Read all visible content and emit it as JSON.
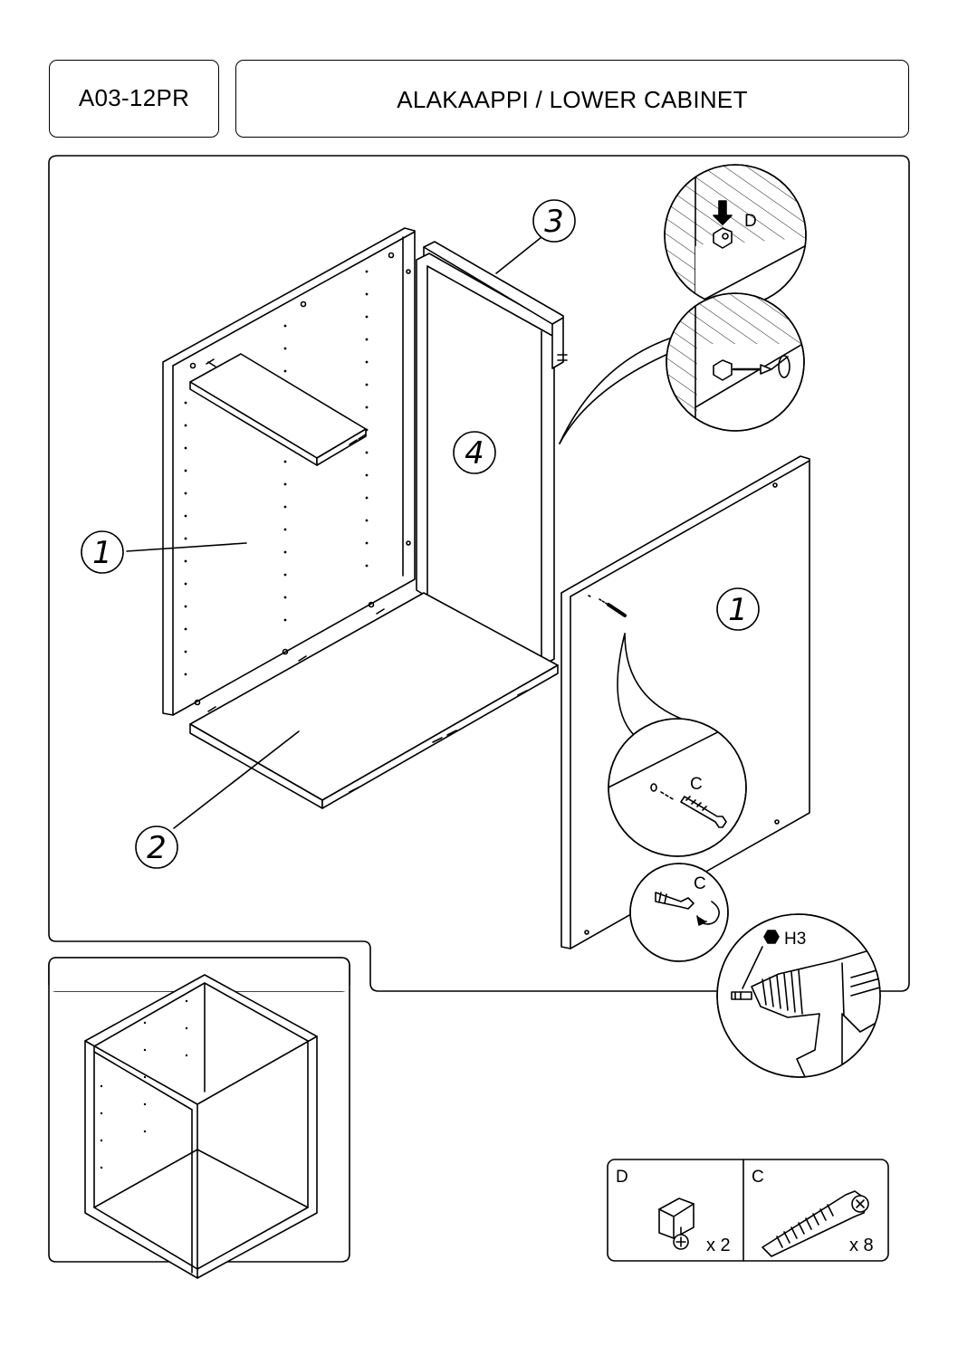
{
  "header": {
    "model_code": "A03-12PR",
    "title": "ALAKAAPPI / LOWER CABINET"
  },
  "parts": {
    "side_left": "1",
    "bottom": "2",
    "top_rail": "3",
    "back": "4",
    "side_right": "1"
  },
  "callouts": {
    "detail_d": "D",
    "detail_c_1": "C",
    "detail_c_2": "C",
    "tool_bit": "H3"
  },
  "hardware": [
    {
      "code": "D",
      "quantity": "x 2",
      "icon": "corner-bracket-with-screw-icon"
    },
    {
      "code": "C",
      "quantity": "x 8",
      "icon": "confirmat-screw-icon"
    }
  ]
}
